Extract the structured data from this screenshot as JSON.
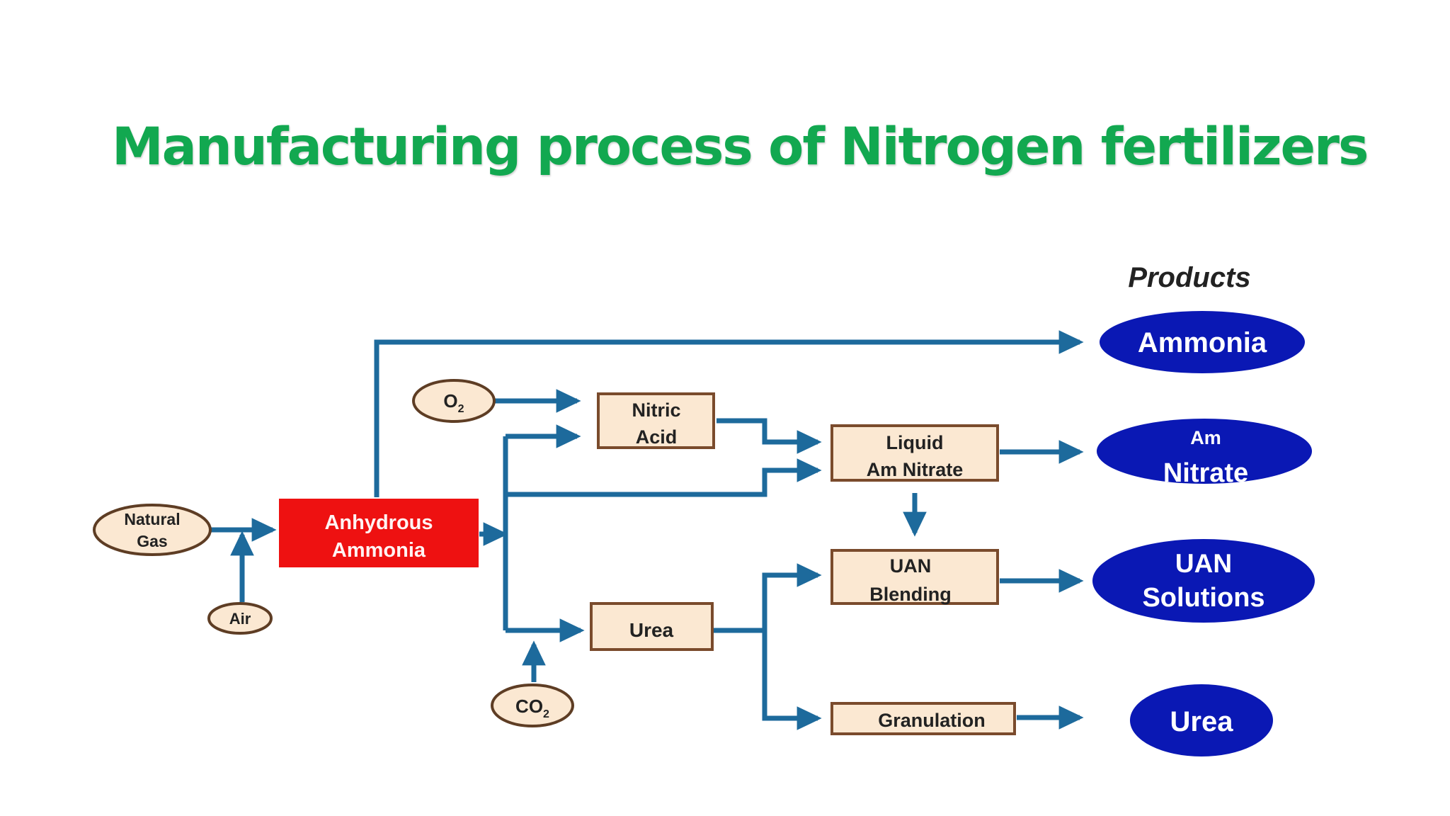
{
  "title": "Manufacturing process of Nitrogen fertilizers",
  "colors": {
    "title": "#12a850",
    "arrow": "#1d6a9c",
    "process_box_fill": "#fbe8d2",
    "process_box_border": "#7a4b2c",
    "input_fill": "#fbe8d2",
    "ammonia_box_fill": "#ee1111",
    "product_fill": "#0a18b4",
    "product_text": "#ffffff"
  },
  "diagram": {
    "products_header": "Products",
    "inputs": {
      "natural_gas": [
        "Natural",
        "Gas"
      ],
      "air": "Air",
      "oxygen": {
        "base": "O",
        "sub": "2"
      },
      "co2": {
        "base": "CO",
        "sub": "2"
      }
    },
    "anhydrous_ammonia": [
      "Anhydrous",
      "Ammonia"
    ],
    "processes": {
      "nitric_acid": [
        "Nitric",
        "Acid"
      ],
      "urea": "Urea",
      "liquid_am_nitrate": [
        "Liquid",
        "Am Nitrate"
      ],
      "uan_blending": [
        "UAN",
        "Blending"
      ],
      "granulation": "Granulation"
    },
    "products": {
      "ammonia": "Ammonia",
      "am_nitrate": [
        "Am",
        "Nitrate"
      ],
      "uan_solutions": [
        "UAN",
        "Solutions"
      ],
      "urea": "Urea"
    }
  }
}
